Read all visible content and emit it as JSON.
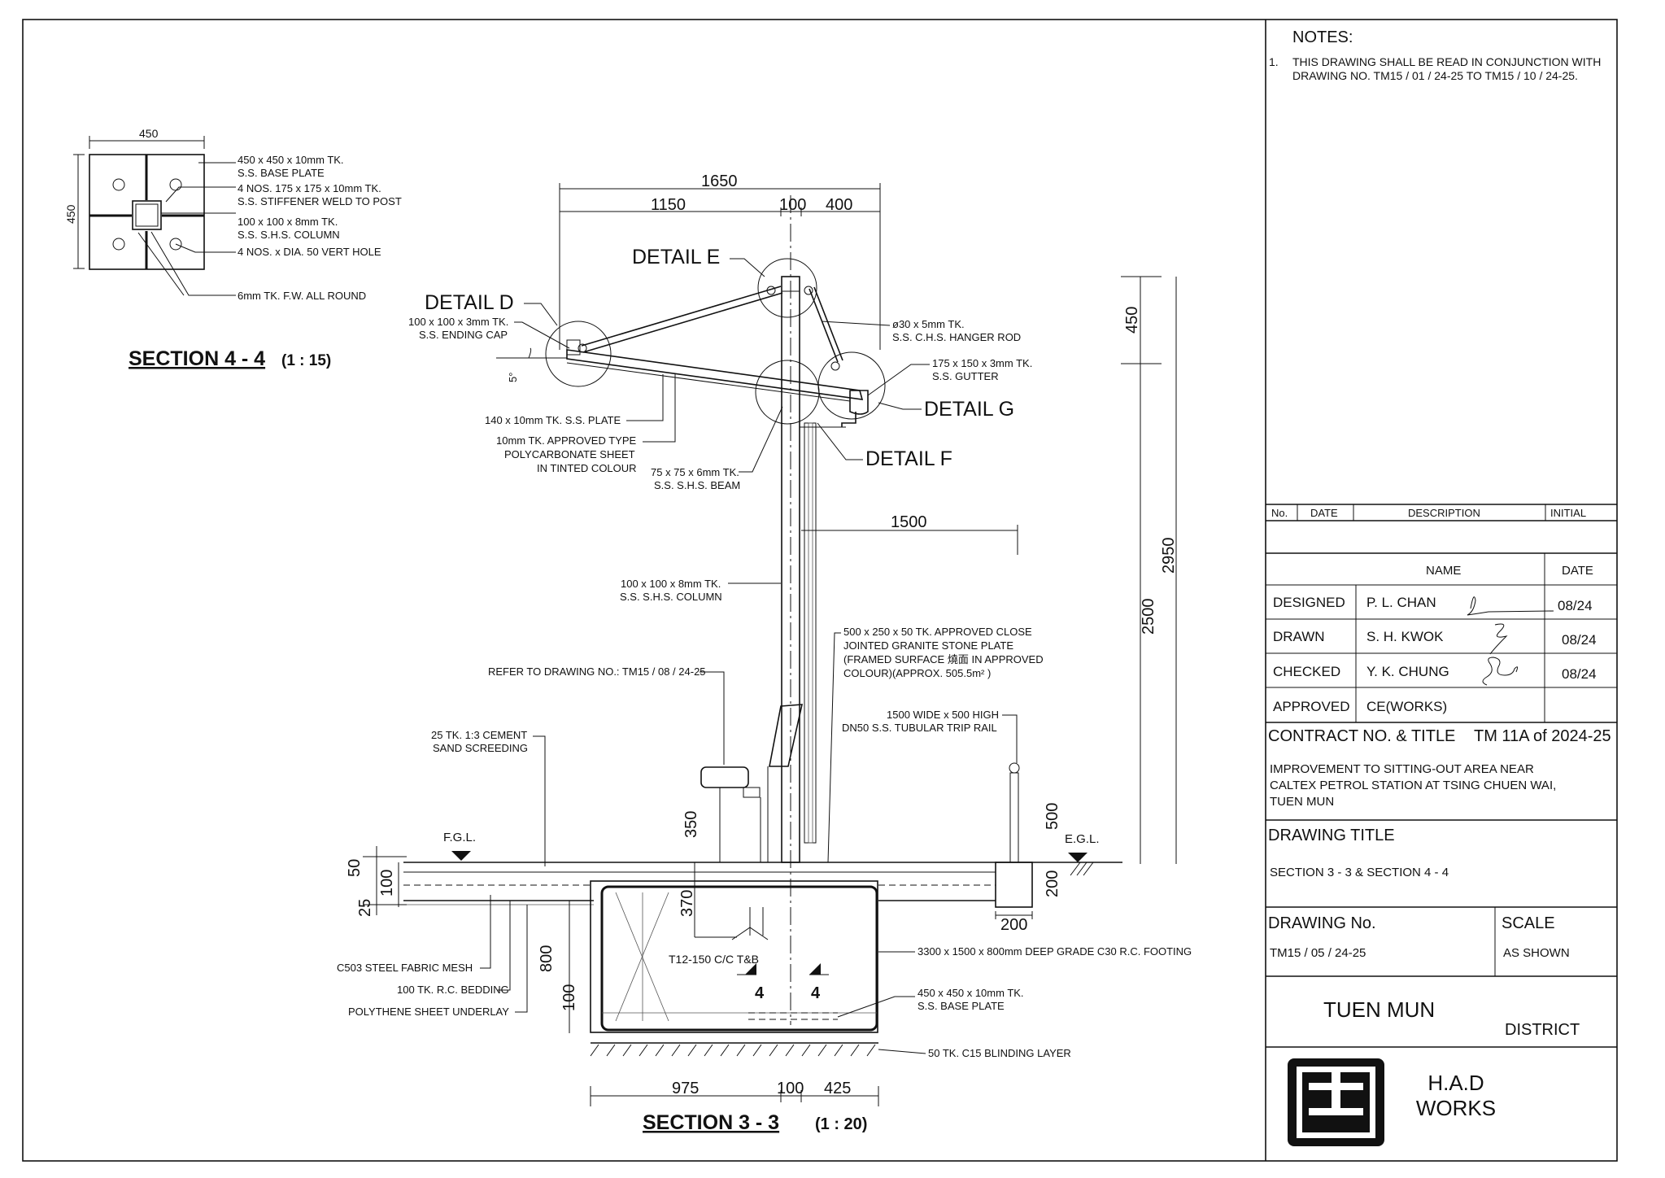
{
  "notes": {
    "heading": "NOTES:",
    "items": [
      {
        "num": "1.",
        "line1": "THIS DRAWING SHALL BE READ IN CONJUNCTION WITH",
        "line2": "DRAWING NO. TM15 / 01 / 24-25 TO TM15 / 10 / 24-25."
      }
    ]
  },
  "revision_table": {
    "headers": {
      "no": "No.",
      "date": "DATE",
      "description": "DESCRIPTION",
      "initial": "INITIAL"
    }
  },
  "signoff": {
    "name_header": "NAME",
    "date_header": "DATE",
    "rows": [
      {
        "role": "DESIGNED",
        "name": "P. L. CHAN",
        "date": "08/24"
      },
      {
        "role": "DRAWN",
        "name": "S. H. KWOK",
        "date": "08/24"
      },
      {
        "role": "CHECKED",
        "name": "Y. K. CHUNG",
        "date": "08/24"
      },
      {
        "role": "APPROVED",
        "name": "CE(WORKS)",
        "date": ""
      }
    ]
  },
  "contract": {
    "label": "CONTRACT NO. & TITLE",
    "number": "TM 11A of 2024-25",
    "title_line1": "IMPROVEMENT TO SITTING-OUT AREA NEAR",
    "title_line2": "CALTEX PETROL STATION AT TSING CHUEN WAI,",
    "title_line3": "TUEN MUN"
  },
  "drawing_title": {
    "label": "DRAWING TITLE",
    "value": "SECTION 3 - 3 & SECTION 4 - 4"
  },
  "drawing_no": {
    "label": "DRAWING No.",
    "value": "TM15 / 05 / 24-25"
  },
  "scale": {
    "label": "SCALE",
    "value": "AS SHOWN"
  },
  "district": {
    "name": "TUEN   MUN",
    "label": "DISTRICT"
  },
  "org": {
    "line1": "H.A.D",
    "line2": "WORKS"
  },
  "section44": {
    "title": "SECTION 4 - 4",
    "scale": "(1 : 15)",
    "dim_top": "450",
    "dim_side": "450",
    "labels": [
      {
        "l1": "450 x 450 x 10mm TK.",
        "l2": "S.S. BASE PLATE"
      },
      {
        "l1": "4 NOS. 175 x 175 x 10mm TK.",
        "l2": "S.S. STIFFENER WELD TO POST"
      },
      {
        "l1": "100 x 100 x 8mm TK.",
        "l2": "S.S. S.H.S. COLUMN"
      },
      {
        "l1": "4 NOS. x DIA. 50 VERT HOLE",
        "l2": ""
      },
      {
        "l1": "6mm TK. F.W. ALL ROUND",
        "l2": ""
      }
    ]
  },
  "section33": {
    "title": "SECTION 3 - 3",
    "scale": "(1 : 20)",
    "details": {
      "d": "DETAIL D",
      "e": "DETAIL E",
      "f": "DETAIL F",
      "g": "DETAIL G"
    },
    "dims": {
      "top_total": "1650",
      "top_left": "1150",
      "top_mid": "100",
      "top_right": "400",
      "reach": "1500",
      "h450": "450",
      "h2950": "2950",
      "h2500": "2500",
      "h500": "500",
      "h200v": "200",
      "h200h": "200",
      "h350": "350",
      "h370": "370",
      "h800": "800",
      "h100a": "100",
      "h100b": "100",
      "h50": "50",
      "h25": "25",
      "b975": "975",
      "b100": "100",
      "b425": "425",
      "angle": "5°"
    },
    "callouts": {
      "ending_cap_1": "100 x 100 x 3mm TK.",
      "ending_cap_2": "S.S. ENDING CAP",
      "hanger_1": "ø30 x 5mm TK.",
      "hanger_2": "S.S. C.H.S. HANGER ROD",
      "gutter_1": "175 x 150 x 3mm TK.",
      "gutter_2": "S.S. GUTTER",
      "plate": "140 x 10mm TK. S.S. PLATE",
      "poly_1": "10mm TK. APPROVED TYPE",
      "poly_2": "POLYCARBONATE SHEET",
      "poly_3": "IN TINTED COLOUR",
      "beam_1": "75 x 75 x 6mm TK.",
      "beam_2": "S.S. S.H.S. BEAM",
      "column_1": "100 x 100 x 8mm TK.",
      "column_2": "S.S. S.H.S. COLUMN",
      "refer": "REFER TO DRAWING NO.: TM15 / 08 / 24-25",
      "granite_1": "500 x 250 x 50 TK. APPROVED CLOSE",
      "granite_2": "JOINTED GRANITE STONE PLATE",
      "granite_3": "(FRAMED SURFACE 燒面 IN APPROVED",
      "granite_4": "COLOUR)(APPROX. 505.5m² )",
      "rail_1": "1500 WIDE x 500 HIGH",
      "rail_2": "DN50 S.S. TUBULAR TRIP RAIL",
      "screed_1": "25 TK. 1:3 CEMENT",
      "screed_2": "SAND SCREEDING",
      "fgl": "F.G.L.",
      "egl": "E.G.L.",
      "rebar": "T12-150 C/C T&B",
      "footing": "3300 x 1500 x 800mm DEEP GRADE C30 R.C. FOOTING",
      "baseplate_1": "450 x 450 x 10mm TK.",
      "baseplate_2": "S.S. BASE PLATE",
      "blinding": "50 TK. C15 BLINDING LAYER",
      "mesh": "C503 STEEL FABRIC MESH",
      "bedding": "100 TK. R.C. BEDDING",
      "polythene": "POLYTHENE SHEET UNDERLAY",
      "sec_mark": "4"
    }
  }
}
